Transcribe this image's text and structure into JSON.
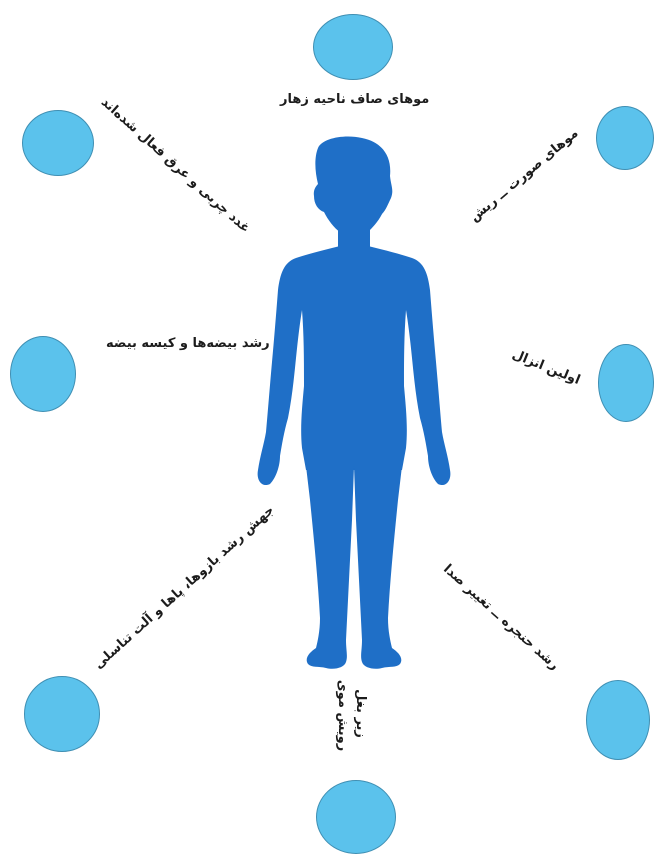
{
  "labels": {
    "pubic_hair": "موهای صاف ناحیه زهار",
    "facial_hair": "موهای صورت ــ ریش",
    "glands": "غدد چربی و عرق فعال شده‌اند",
    "testes": "رشد بیضه‌ها و کیسه بیضه",
    "ejaculation": "اولین انزال",
    "growth_spurt": "جهش رشد بازوها، پاها و آلت تناسلی",
    "larynx": "رشد حنجره ــ تغییر صدا",
    "armpit_hair_1": "رویش موی",
    "armpit_hair_2": "زیر بغل"
  },
  "colors": {
    "circle_fill": "#5bc2ec",
    "circle_border": "#3f8fb3",
    "body_silhouette": "#1f6fc7",
    "text": "#1c1c1c"
  }
}
